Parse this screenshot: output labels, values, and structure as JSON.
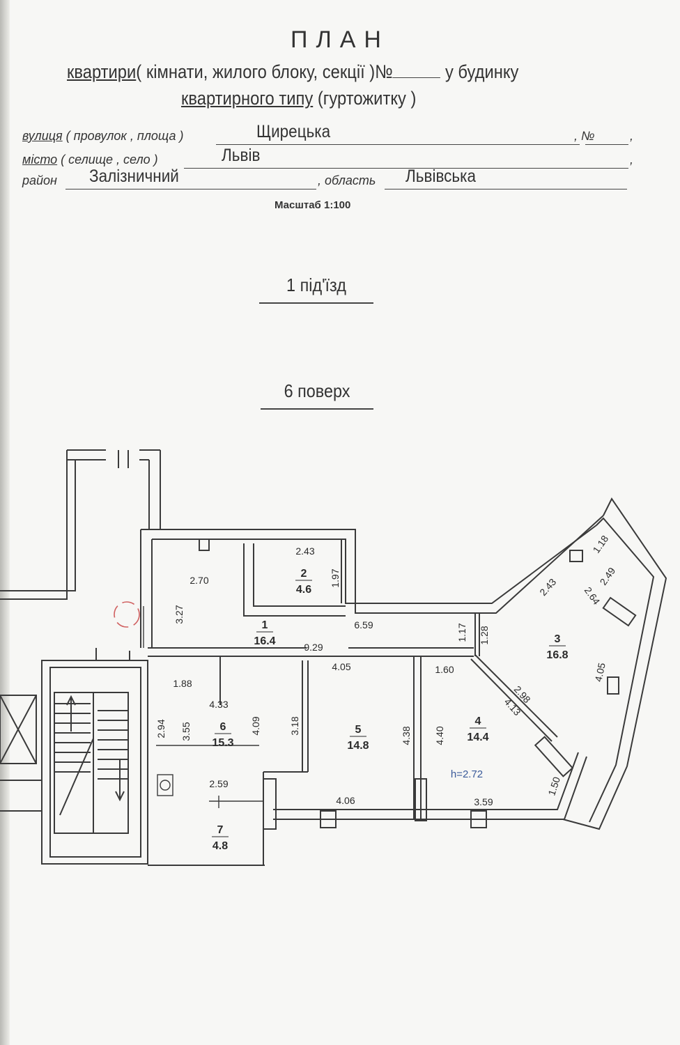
{
  "document": {
    "title": "ПЛАН",
    "subtitle_line1_part1": "квартири",
    "subtitle_line1_part2": "( кімнати, жилого блоку, секції )№",
    "subtitle_line1_part3": " у будинку",
    "subtitle_line2_part1": "квартирного типу",
    "subtitle_line2_part2": " (гуртожитку )"
  },
  "address": {
    "street_label_underlined": "вулиця",
    "street_label_rest": " ( провулок , площа )",
    "street_value": "Щирецька",
    "number_label": "№",
    "city_label_underlined": "місто",
    "city_label_rest": " ( селище , село )",
    "city_value": "Львів",
    "district_label": "район",
    "district_value": "Залізничний",
    "region_label": "область",
    "region_value": "Львівська"
  },
  "scale": "Масштаб 1:100",
  "entrance": "1 під'їзд",
  "floor": "6 поверх",
  "plan": {
    "rooms": [
      {
        "number": "1",
        "area": "16.4"
      },
      {
        "number": "2",
        "area": "4.6"
      },
      {
        "number": "3",
        "area": "16.8"
      },
      {
        "number": "4",
        "area": "14.4"
      },
      {
        "number": "5",
        "area": "14.8"
      },
      {
        "number": "6",
        "area": "15.3"
      },
      {
        "number": "7",
        "area": "4.8"
      }
    ],
    "ceiling_height": "h=2.72",
    "dimensions": {
      "d_2_43_top": "2.43",
      "d_1_97": "1.97",
      "d_2_70": "2.70",
      "d_3_27": "3.27",
      "d_6_59": "6.59",
      "d_9_29": "9.29",
      "d_1_17": "1.17",
      "d_1_28": "1.28",
      "d_1_88": "1.88",
      "d_4_33": "4.33",
      "d_4_05_mid": "4.05",
      "d_1_60": "1.60",
      "d_2_94": "2.94",
      "d_3_55": "3.55",
      "d_4_09": "4.09",
      "d_3_18": "3.18",
      "d_4_38": "4.38",
      "d_4_40": "4.40",
      "d_2_59": "2.59",
      "d_4_06": "4.06",
      "d_3_59": "3.59",
      "d_1_50": "1.50",
      "d_2_98": "2.98",
      "d_4_13": "4.13",
      "d_4_05_right": "4.05",
      "d_2_43_diag": "2.43",
      "d_2_64": "2.64",
      "d_2_49": "2.49",
      "d_1_18": "1.18"
    }
  },
  "colors": {
    "ink": "#2a2a2a",
    "wall": "#3a3a3a",
    "height_label": "#3a5a9a",
    "stamp": "#d06060"
  }
}
